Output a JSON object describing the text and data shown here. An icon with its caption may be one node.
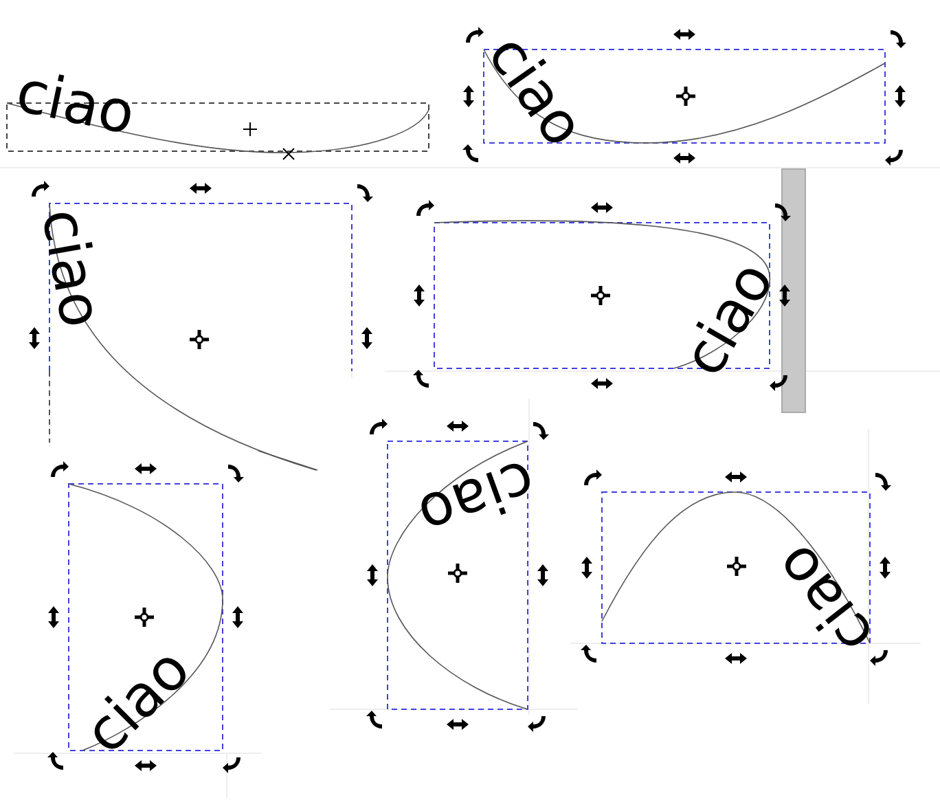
{
  "diagram": {
    "labels": [
      "ciao",
      "ciao",
      "ciao",
      "ciao",
      "ciao",
      "ciao",
      "ciao"
    ]
  }
}
